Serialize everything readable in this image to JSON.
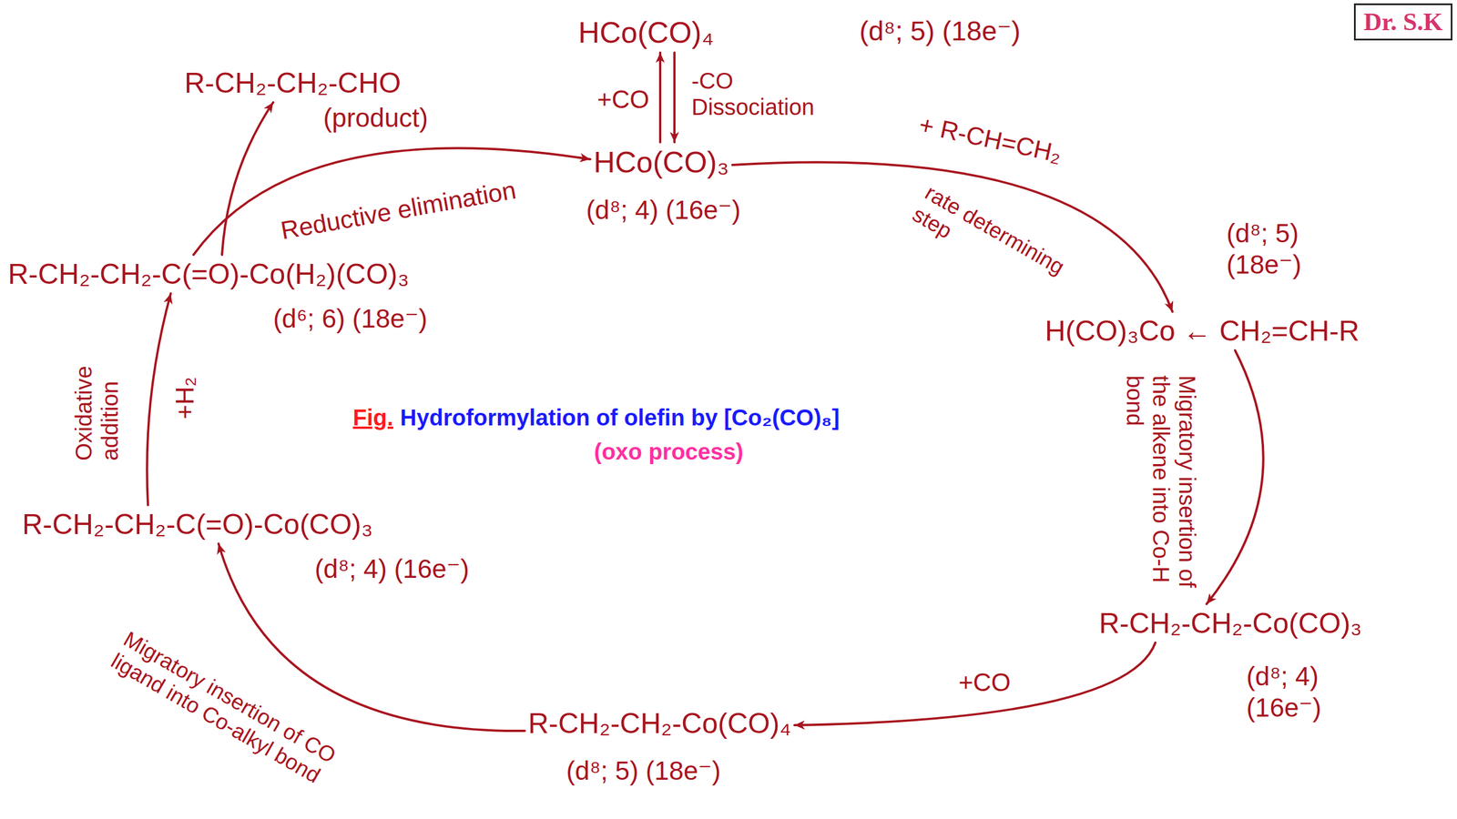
{
  "diagram": {
    "caption": "Hydroformylation of olefin by [Co₂(CO)₈]",
    "nodes": [
      {
        "text": [
          "HCo(CO)₄",
          "(d⁸; 5) (18e⁻)"
        ]
      },
      {
        "text": [
          "HCo(CO)₃",
          "(d⁸; 4) (16e⁻)"
        ]
      },
      {
        "text": [
          "R-CH₂-CH₂-CHO",
          "(product)"
        ]
      },
      {
        "text": [
          "H(CO)₃Co ← CH₂=CH-R",
          "(d⁸; 5) (18e⁻)"
        ]
      },
      {
        "text": [
          "R-CH₂-CH₂-Co(CO)₃",
          "(d⁸; 4) (16e⁻)"
        ]
      },
      {
        "text": [
          "R-CH₂-CH₂-Co(CO)₄",
          "(d⁸; 5) (18e⁻)"
        ]
      },
      {
        "text": [
          "R-CH₂-CH₂-C(=O)-Co(CO)₃",
          "(d⁸; 4) (16e⁻)"
        ]
      },
      {
        "text": [
          "R-CH₂-CH₂-C(=O)-Co(H₂)(CO)₃",
          "(d⁶; 6) (18e⁻)"
        ]
      },
      {
        "text": [
          "Dr. S.K"
        ]
      }
    ],
    "edges": [
      {
        "from": 0,
        "to": 1,
        "label": "-CO Dissociation",
        "arrow": "to"
      },
      {
        "from": 1,
        "to": 0,
        "label": "+CO",
        "arrow": "to"
      },
      {
        "from": 1,
        "to": 3,
        "label": "+ R-CH=CH₂",
        "arrow": "to"
      },
      {
        "from": 3,
        "to": 4,
        "label": "Migratory insertion of the alkene into Co-H bond",
        "arrow": "to"
      },
      {
        "from": 4,
        "to": 5,
        "label": "+CO",
        "arrow": "to"
      },
      {
        "from": 5,
        "to": 6,
        "label": "Migratory insertion of CO ligand into Co-alkyl bond",
        "arrow": "to"
      },
      {
        "from": 6,
        "to": 7,
        "label": "Oxidative addition",
        "arrow": "to"
      },
      {
        "from": 7,
        "to": 1,
        "label": "Reductive elimination",
        "arrow": "to"
      },
      {
        "from": 7,
        "to": 2,
        "arrow": "to"
      }
    ],
    "labels": [
      "Fig.",
      "(oxo process)",
      "rate determining step",
      "+H₂"
    ]
  }
}
